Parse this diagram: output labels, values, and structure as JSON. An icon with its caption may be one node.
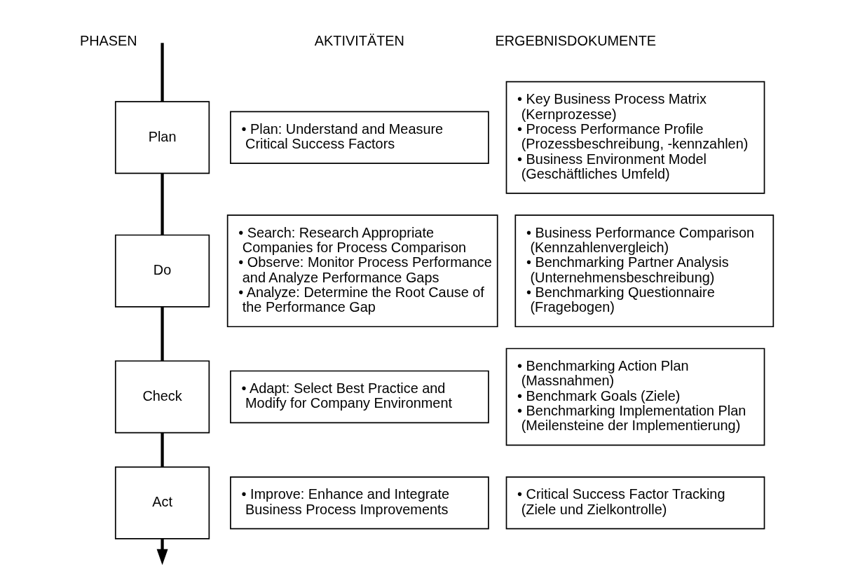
{
  "diagram": {
    "nodes": [
      {
        "text": [
          "Plan"
        ]
      },
      {
        "text": [
          "• Plan: Understand and Measure Critical Success Factors"
        ]
      },
      {
        "text": [
          "• Key Business Process Matrix (Kernprozesse)",
          "• Process Performance Profile (Prozessbeschreibung, -kennzahlen)",
          "• Business Environment Model (Geschäftliches Umfeld)"
        ]
      },
      {
        "text": [
          "Do"
        ]
      },
      {
        "text": [
          "• Search: Research Appropriate Companies for Process Comparison",
          "• Observe: Monitor Process Performance and Analyze Performance Gaps",
          "• Analyze: Determine the Root Cause of the Performance Gap"
        ]
      },
      {
        "text": [
          "• Business Performance Comparison (Kennzahlenvergleich)",
          "• Benchmarking Partner Analysis (Unternehmensbeschreibung)",
          "• Benchmarking Questionnaire (Fragebogen)"
        ]
      },
      {
        "text": [
          "Check"
        ]
      },
      {
        "text": [
          "• Adapt: Select Best Practice and Modify for Company Environment"
        ]
      },
      {
        "text": [
          "• Benchmarking Action Plan (Massnahmen)",
          "• Benchmark Goals (Ziele)",
          "• Benchmarking Implementation Plan (Meilensteine der Implementierung)"
        ]
      },
      {
        "text": [
          "Act"
        ]
      },
      {
        "text": [
          "• Improve: Enhance and Integrate Business Process Improvements"
        ]
      },
      {
        "text": [
          "• Critical Success Factor Tracking (Ziele und Zielkontrolle)"
        ]
      }
    ],
    "edges": [
      {
        "from": null,
        "to": 0,
        "arrow": "none"
      },
      {
        "from": 0,
        "to": 3,
        "arrow": "none"
      },
      {
        "from": 3,
        "to": 6,
        "arrow": "none"
      },
      {
        "from": 6,
        "to": 9,
        "arrow": "none"
      },
      {
        "from": 9,
        "to": null,
        "arrow": "to"
      }
    ],
    "labels": [
      "PHASEN",
      "AKTIVITÄTEN",
      "ERGEBNISDOKUMENTE"
    ]
  }
}
